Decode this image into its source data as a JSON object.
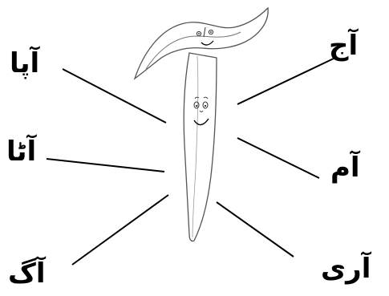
{
  "words": {
    "apa": "آپا",
    "ata": "آٹا",
    "aag": "آگ",
    "aaj": "آج",
    "aam": "آم",
    "aari": "آری"
  },
  "letter": "آ",
  "colors": {
    "ink": "#000000",
    "background": "#ffffff"
  }
}
